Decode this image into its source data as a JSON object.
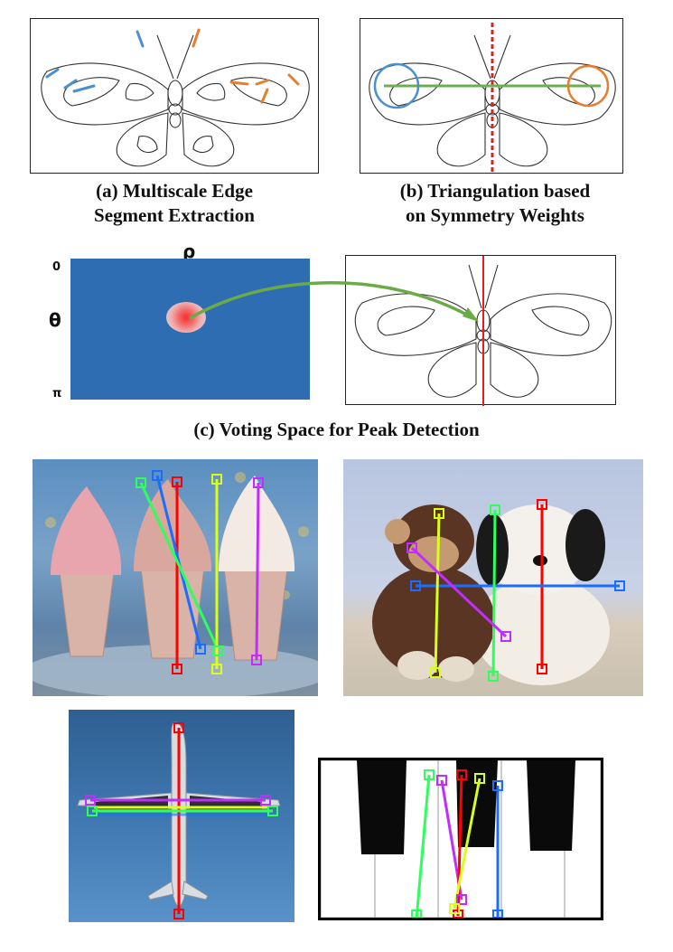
{
  "figure": {
    "panel_a": {
      "caption_line1": "(a) Multiscale Edge",
      "caption_line2": "Segment Extraction"
    },
    "panel_b": {
      "caption_line1": "(b) Triangulation based",
      "caption_line2": "on Symmetry Weights"
    },
    "panel_c": {
      "caption": "(c) Voting Space for Peak Detection",
      "rho_label": "ρ",
      "theta_label": "θ",
      "theta_min_label": "0",
      "theta_max_label": "π"
    }
  },
  "colors": {
    "voting_bg": "#2f6db3",
    "peak": "#e84040",
    "arrow": "#6aab45",
    "symmetry_axis": "#e02020",
    "edge_blue": "#4a90d0",
    "edge_orange": "#e67e30",
    "pair_green": "#6ab04c"
  },
  "icons": {
    "butterfly": "butterfly-line-drawing",
    "ice_cream": "ice-cream-photo",
    "plush_toys": "monkey-and-dog-plush-photo",
    "airplane": "airplane-photo",
    "piano": "piano-keys-photo"
  }
}
